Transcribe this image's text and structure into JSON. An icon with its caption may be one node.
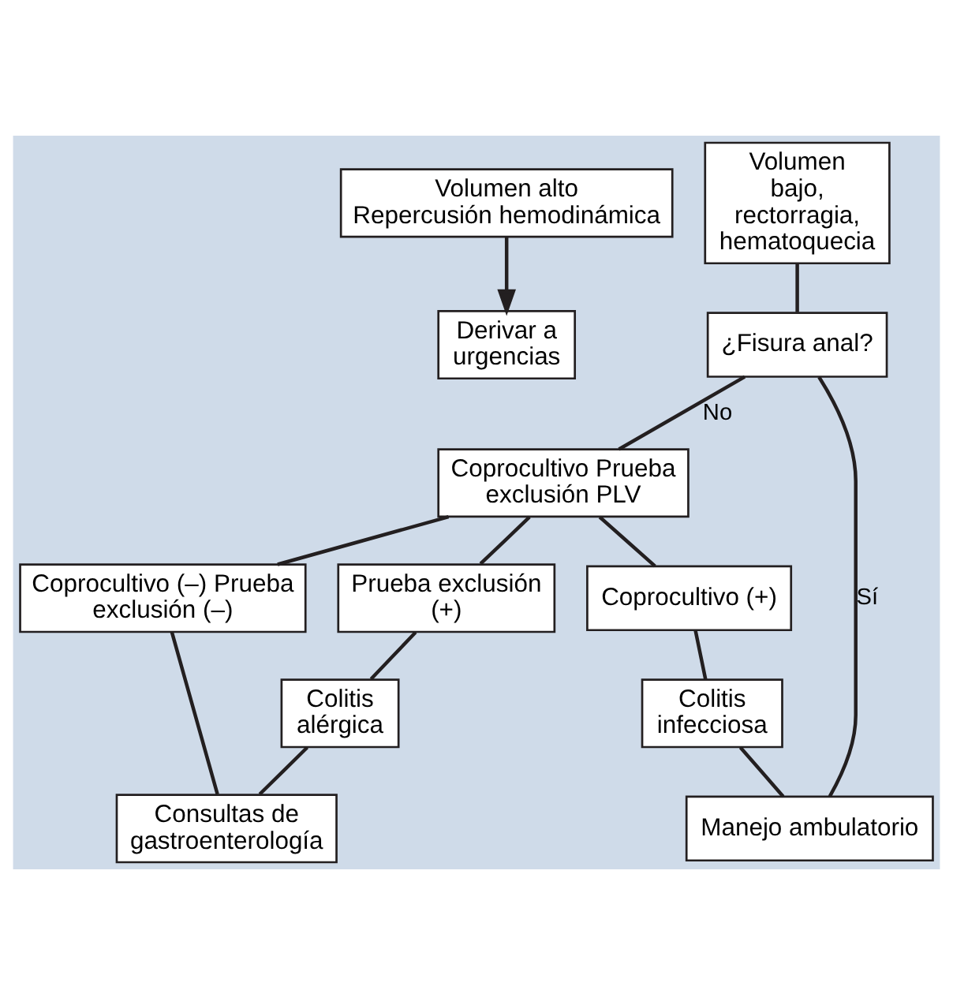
{
  "diagram": {
    "nodes": [
      {
        "text": [
          "Volumen alto Repercusión hemodinámica"
        ]
      },
      {
        "text": [
          "Volumen bajo, rectorragia, hematoquecia"
        ]
      },
      {
        "text": [
          "Derivar a urgencias"
        ]
      },
      {
        "text": [
          "¿Fisura anal?"
        ]
      },
      {
        "text": [
          "Coprocultivo Prueba exclusión PLV"
        ]
      },
      {
        "text": [
          "Coprocultivo (–) Prueba exclusión (–)"
        ]
      },
      {
        "text": [
          "Prueba exclusión (+)"
        ]
      },
      {
        "text": [
          "Coprocultivo (+)"
        ]
      },
      {
        "text": [
          "Colitis alérgica"
        ]
      },
      {
        "text": [
          "Colitis infecciosa"
        ]
      },
      {
        "text": [
          "Consultas de gastroenterología"
        ]
      },
      {
        "text": [
          "Manejo ambulatorio"
        ]
      }
    ],
    "edges": [
      {
        "from": 0,
        "to": 2,
        "arrow": "to"
      },
      {
        "from": 1,
        "to": 3,
        "arrow": "none"
      },
      {
        "from": 3,
        "to": 4,
        "arrow": "none",
        "label": "No"
      },
      {
        "from": 3,
        "to": 11,
        "arrow": "none",
        "label": "Sí"
      },
      {
        "from": 4,
        "to": 5,
        "arrow": "none"
      },
      {
        "from": 4,
        "to": 6,
        "arrow": "none"
      },
      {
        "from": 4,
        "to": 7,
        "arrow": "none"
      },
      {
        "from": 5,
        "to": 10,
        "arrow": "none"
      },
      {
        "from": 6,
        "to": 8,
        "arrow": "none"
      },
      {
        "from": 8,
        "to": 10,
        "arrow": "none"
      },
      {
        "from": 7,
        "to": 9,
        "arrow": "none"
      },
      {
        "from": 9,
        "to": 11,
        "arrow": "none"
      }
    ]
  }
}
